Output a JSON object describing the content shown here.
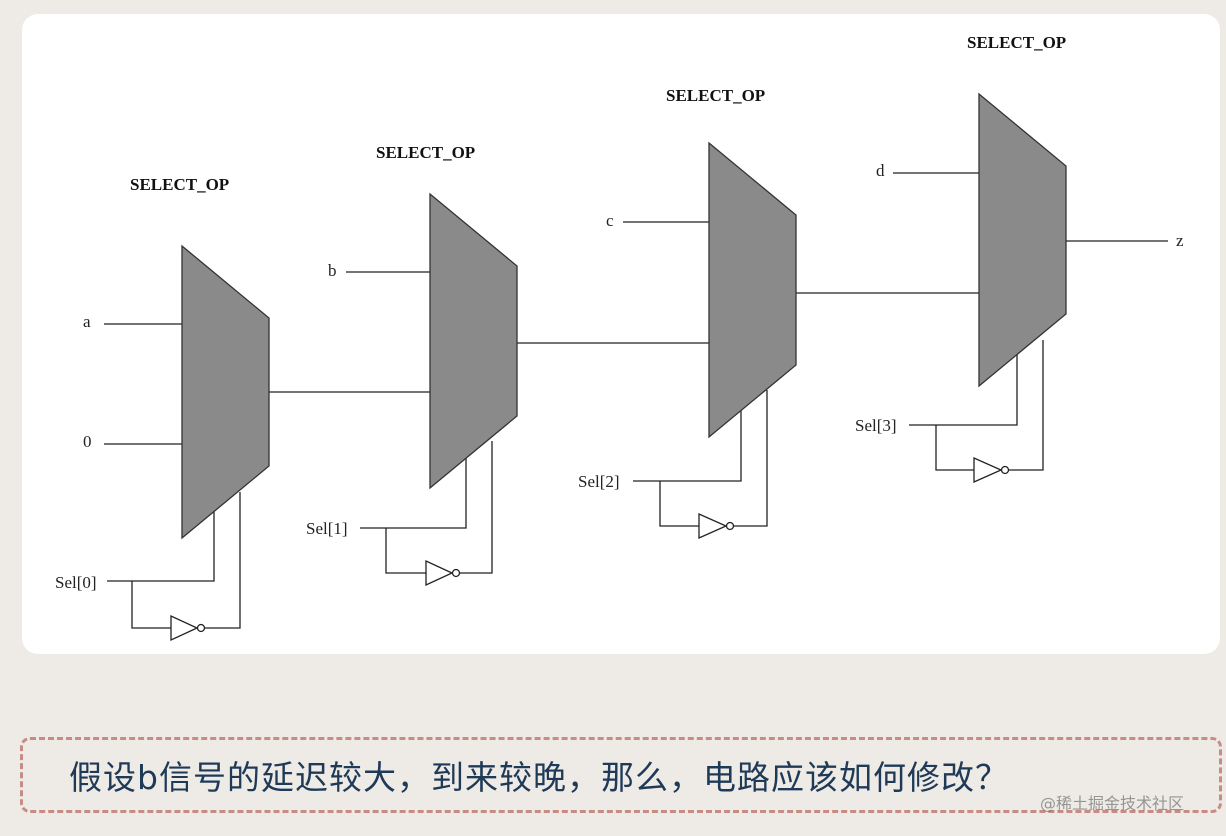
{
  "diagram": {
    "muxes": [
      {
        "title": "SELECT_OP",
        "inputs": [
          "a",
          "0"
        ],
        "select": "Sel[0]"
      },
      {
        "title": "SELECT_OP",
        "inputs": [
          "b"
        ],
        "select": "Sel[1]"
      },
      {
        "title": "SELECT_OP",
        "inputs": [
          "c"
        ],
        "select": "Sel[2]"
      },
      {
        "title": "SELECT_OP",
        "inputs": [
          "d"
        ],
        "select": "Sel[3]"
      }
    ],
    "output": "z",
    "colors": {
      "mux_fill": "#8a8a8a",
      "mux_stroke": "#333333",
      "wire": "#222222"
    }
  },
  "question": "假设b信号的延迟较大，到来较晚，那么，电路应该如何修改？",
  "watermark": "@稀土掘金技术社区"
}
